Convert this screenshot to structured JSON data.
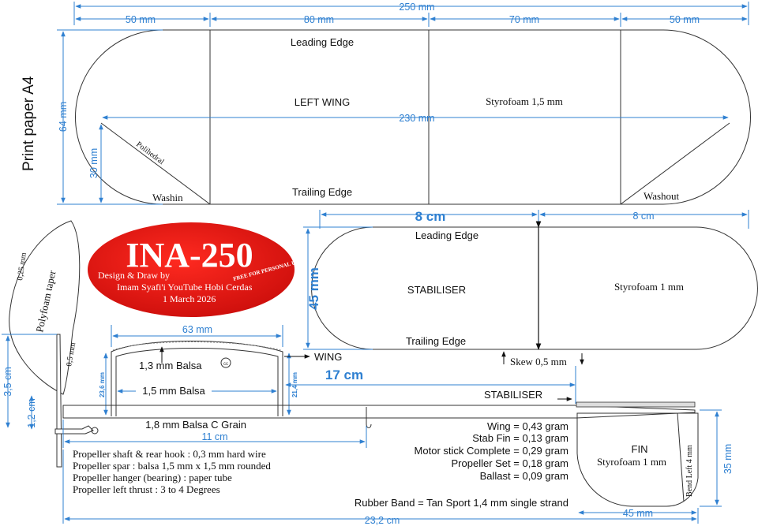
{
  "side_title": "Print paper A4",
  "wing": {
    "total_width": "250 mm",
    "segments": [
      "50 mm",
      "80 mm",
      "70 mm",
      "50 mm"
    ],
    "height": "64 mm",
    "leading_edge": "Leading Edge",
    "title": "LEFT WING",
    "material": "Styrofoam 1,5 mm",
    "span": "230 mm",
    "polyhedral": "Polihedral",
    "polyhedral_height": "30 mm",
    "washin": "Washin",
    "trailing_edge": "Trailing Edge",
    "washout": "Washout"
  },
  "stabiliser": {
    "half_left": "8 cm",
    "half_right": "8 cm",
    "height": "45 mm",
    "leading_edge": "Leading Edge",
    "title": "STABILISER",
    "material": "Styrofoam 1 mm",
    "trailing_edge": "Trailing Edge",
    "skew": "Skew 0,5 mm"
  },
  "badge": {
    "title": "INA-250",
    "line1": "Design & Draw by",
    "line2": "Imam Syafi'i YouTube Hobi Cerdas",
    "line3": "1 March 2026",
    "free": "FREE FOR PERSONAL USE"
  },
  "propeller": {
    "thickness_top": "0,25 mm",
    "taper": "Polyfoam taper",
    "thickness_mid": "0,5 mm",
    "height": "3,5 cm",
    "hub_height": "1,2 cm"
  },
  "fuselage": {
    "mount_width": "63 mm",
    "balsa_top": "1,3 mm Balsa",
    "balsa_inner": "1,5 mm Balsa",
    "height_left": "23,6 mm",
    "height_right": "21,4 mm",
    "wing_arrow": "WING",
    "stab_dist": "17 cm",
    "stab_arrow": "STABILISER",
    "stick": "1,8 mm Balsa C Grain",
    "stick_length": "11 cm",
    "total_length": "23,2 cm",
    "cc_mark": "cc"
  },
  "notes": [
    "Propeller shaft & rear hook : 0,3 mm hard wire",
    "Propeller spar : balsa 1,5 mm x 1,5 mm rounded",
    "Propeller hanger (bearing) : paper tube",
    "Propeller left thrust : 3 to 4 Degrees"
  ],
  "weights": [
    "Wing = 0,43 gram",
    "Stab Fin = 0,13 gram",
    "Motor stick Complete = 0,29 gram",
    "Propeller Set = 0,18 gram",
    "Ballast = 0,09 gram"
  ],
  "rubber": "Rubber Band = Tan Sport 1,4 mm single strand",
  "fin": {
    "title": "FIN",
    "material": "Styrofoam 1 mm",
    "bend": "Bend Left 4 mm",
    "height": "35 mm",
    "width": "45 mm"
  },
  "colors": {
    "dimension": "#2f80d1",
    "badge": "#e3110f",
    "outline": "#333333"
  }
}
